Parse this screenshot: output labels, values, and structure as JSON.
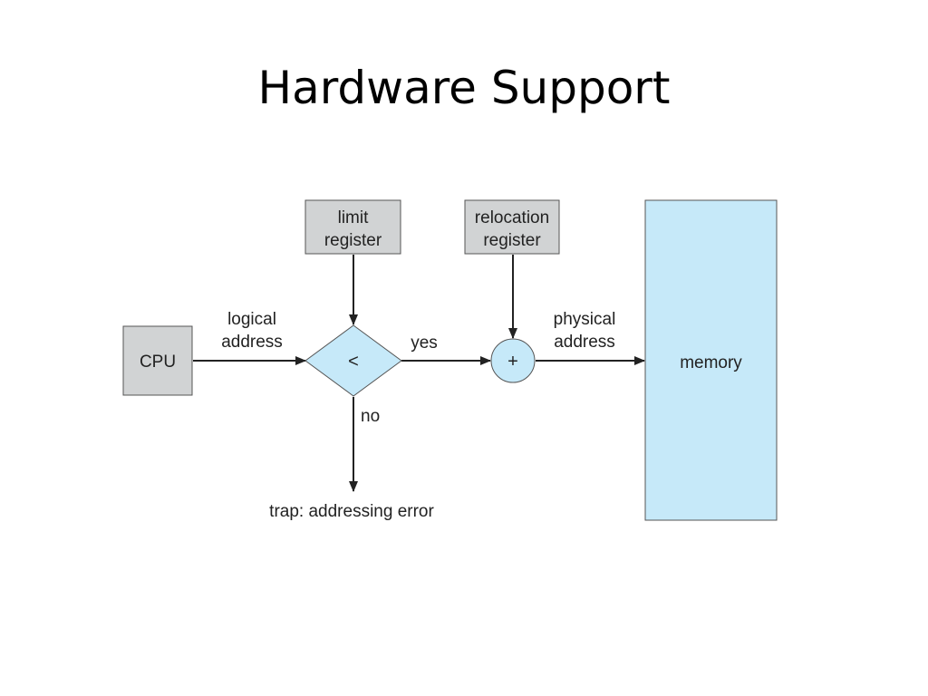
{
  "title": "Hardware Support",
  "diagram": {
    "cpu_label": "CPU",
    "limit_register": [
      "limit",
      "register"
    ],
    "relocation_register": [
      "relocation",
      "register"
    ],
    "logical_address": [
      "logical",
      "address"
    ],
    "comparator_symbol": "<",
    "yes_label": "yes",
    "no_label": "no",
    "adder_symbol": "+",
    "physical_address": [
      "physical",
      "address"
    ],
    "memory_label": "memory",
    "trap_label": "trap: addressing error"
  },
  "colors": {
    "gray_box": "#d1d3d4",
    "light_blue": "#c6e9f9",
    "stroke": "#555555",
    "arrow": "#222222"
  }
}
